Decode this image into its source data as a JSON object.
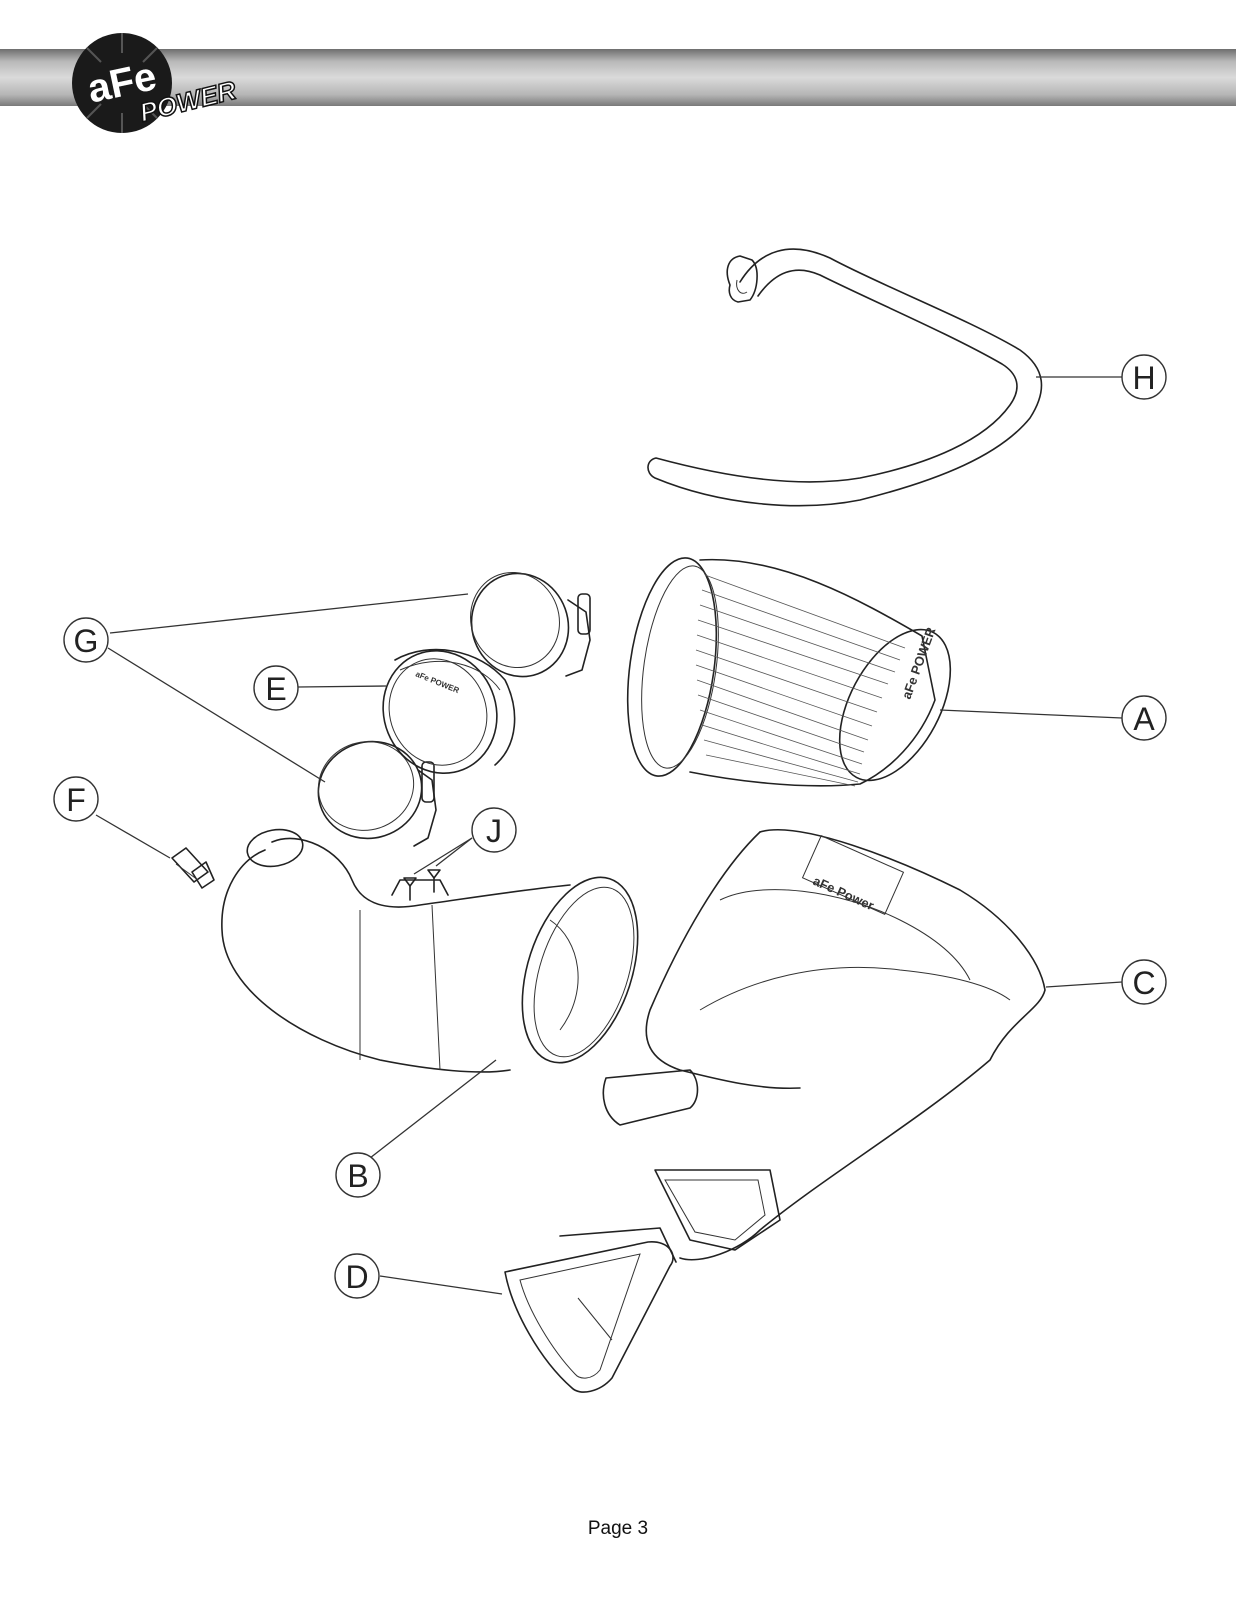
{
  "brand": {
    "logo_text": "aFe",
    "logo_subtext": "POWER"
  },
  "filter_imprint": "aFe POWER",
  "housing_imprint": "aFe Power",
  "coupler_imprint": "aFe POWER",
  "callouts": {
    "A": "A",
    "B": "B",
    "C": "C",
    "D": "D",
    "E": "E",
    "F": "F",
    "G": "G",
    "H": "H",
    "J": "J"
  },
  "footer": {
    "page_label": "Page 3"
  }
}
